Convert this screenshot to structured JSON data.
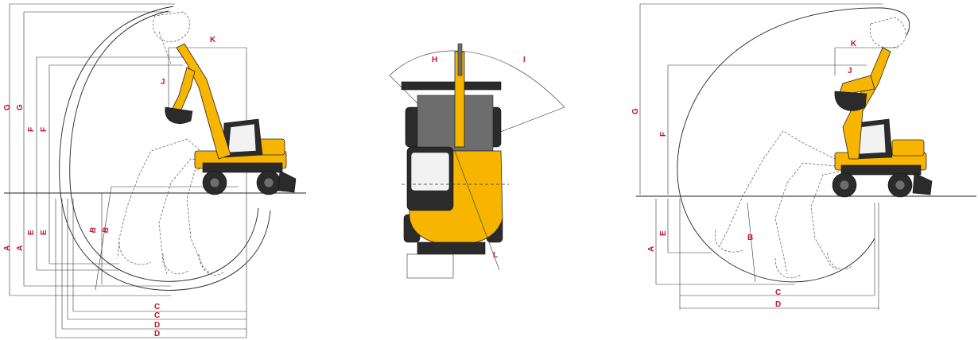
{
  "diagram": {
    "views": [
      {
        "id": "left-side-view",
        "labels": [
          "A",
          "A",
          "B",
          "B",
          "C",
          "C",
          "D",
          "D",
          "E",
          "E",
          "F",
          "F",
          "G",
          "G",
          "J",
          "K"
        ]
      },
      {
        "id": "top-view",
        "labels": [
          "H",
          "I",
          "L"
        ]
      },
      {
        "id": "right-side-view",
        "labels": [
          "A",
          "B",
          "C",
          "D",
          "E",
          "F",
          "G",
          "J",
          "K"
        ]
      }
    ],
    "labels": {
      "A": "A",
      "B": "B",
      "C": "C",
      "D": "D",
      "E": "E",
      "F": "F",
      "G": "G",
      "H": "H",
      "I": "I",
      "J": "J",
      "K": "K",
      "L": "L"
    },
    "colors": {
      "label": "#c8102e",
      "body": "#f7b500",
      "lines": "#222222"
    }
  }
}
